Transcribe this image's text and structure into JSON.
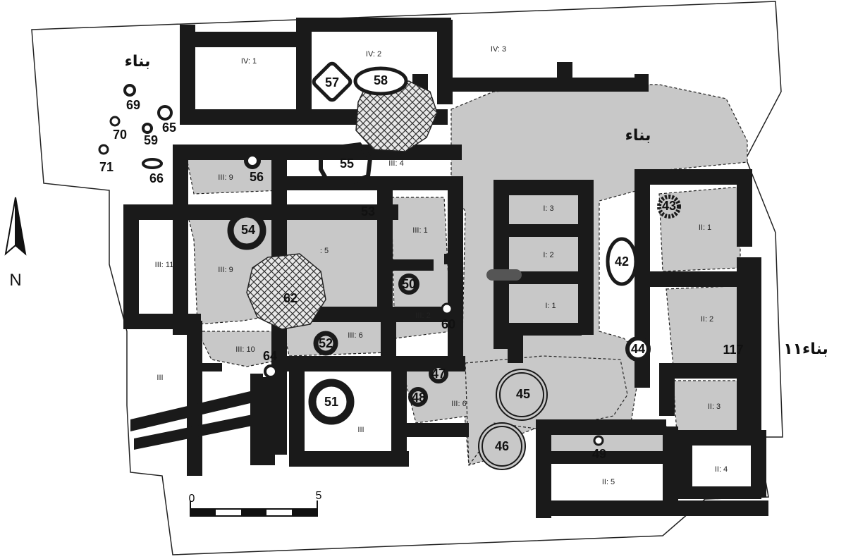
{
  "arabic": {
    "building": "بناء",
    "building11": "بناء١١"
  },
  "north": "N",
  "scale": {
    "start": "0",
    "end": "5"
  },
  "rooms": {
    "iv1": "IV: 1",
    "iv2": "IV: 2",
    "iv3": "IV: 3",
    "iii4": "III: 4",
    "iii9a": "III: 9",
    "iii9b": "III: 9",
    "iii1": "III: 1",
    "r5": ": 5",
    "iii11": "III: 11",
    "iii2": "III: 2",
    "iii6a": "III: 6",
    "iii10": "III: 10",
    "iii_w": "III",
    "iii_c": "III",
    "iii6b": "III: 6",
    "i3": "I: 3",
    "i2": "I: 2",
    "i1": "I: 1",
    "ii1": "II: 1",
    "ii2": "II: 2",
    "ii3": "II: 3",
    "ii4": "II: 4",
    "ii5": "II: 5"
  },
  "features": {
    "f57": "57",
    "f58": "58",
    "f55": "55",
    "f56": "56",
    "f69": "69",
    "f70": "70",
    "f65": "65",
    "f59": "59",
    "f71": "71",
    "f66": "66",
    "f54": "54",
    "f53": "53",
    "f62": "62",
    "f50": "50",
    "f60": "60",
    "f52": "52",
    "f64": "64",
    "f51": "51",
    "f47": "47",
    "f48": "48",
    "f45": "45",
    "f46": "46",
    "f49": "49",
    "f42": "42",
    "f43": "43",
    "f44": "44",
    "f117": "117"
  },
  "colors": {
    "wall": "#1a1a1a",
    "fill": "#c8c8c8",
    "paper": "#ffffff"
  }
}
